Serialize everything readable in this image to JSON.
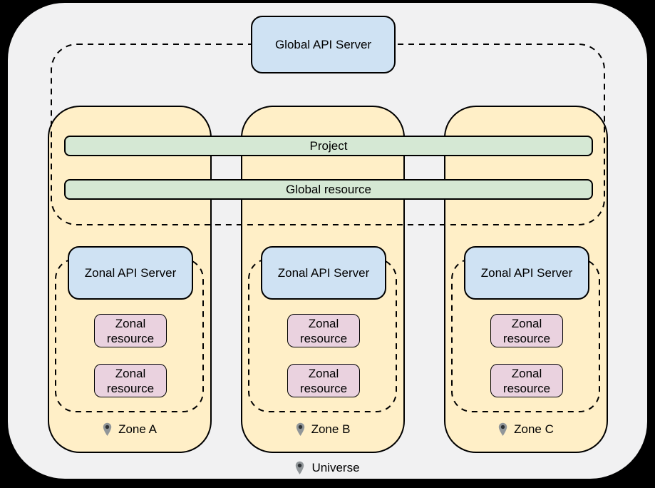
{
  "global": {
    "api_server": "Global API Server",
    "project": "Project",
    "global_resource": "Global resource",
    "universe": "Universe"
  },
  "zones": [
    {
      "name": "Zone A",
      "api_server": "Zonal API Server",
      "resources": [
        "Zonal resource",
        "Zonal resource"
      ]
    },
    {
      "name": "Zone B",
      "api_server": "Zonal API Server",
      "resources": [
        "Zonal resource",
        "Zonal resource"
      ]
    },
    {
      "name": "Zone C",
      "api_server": "Zonal API Server",
      "resources": [
        "Zonal resource",
        "Zonal resource"
      ]
    }
  ],
  "icons": {
    "zone_marker": "location-pin-icon"
  },
  "colors": {
    "bg": "#000000",
    "universe-fill": "#f1f1f2",
    "zone-fill": "#ffefc7",
    "server-fill": "#cfe2f3",
    "resource-fill": "#ead2df",
    "bar-fill": "#d5e8d4",
    "stroke": "#000000",
    "pin-body": "#919699",
    "pin-dot": "#2e3236",
    "text": "#000000"
  }
}
